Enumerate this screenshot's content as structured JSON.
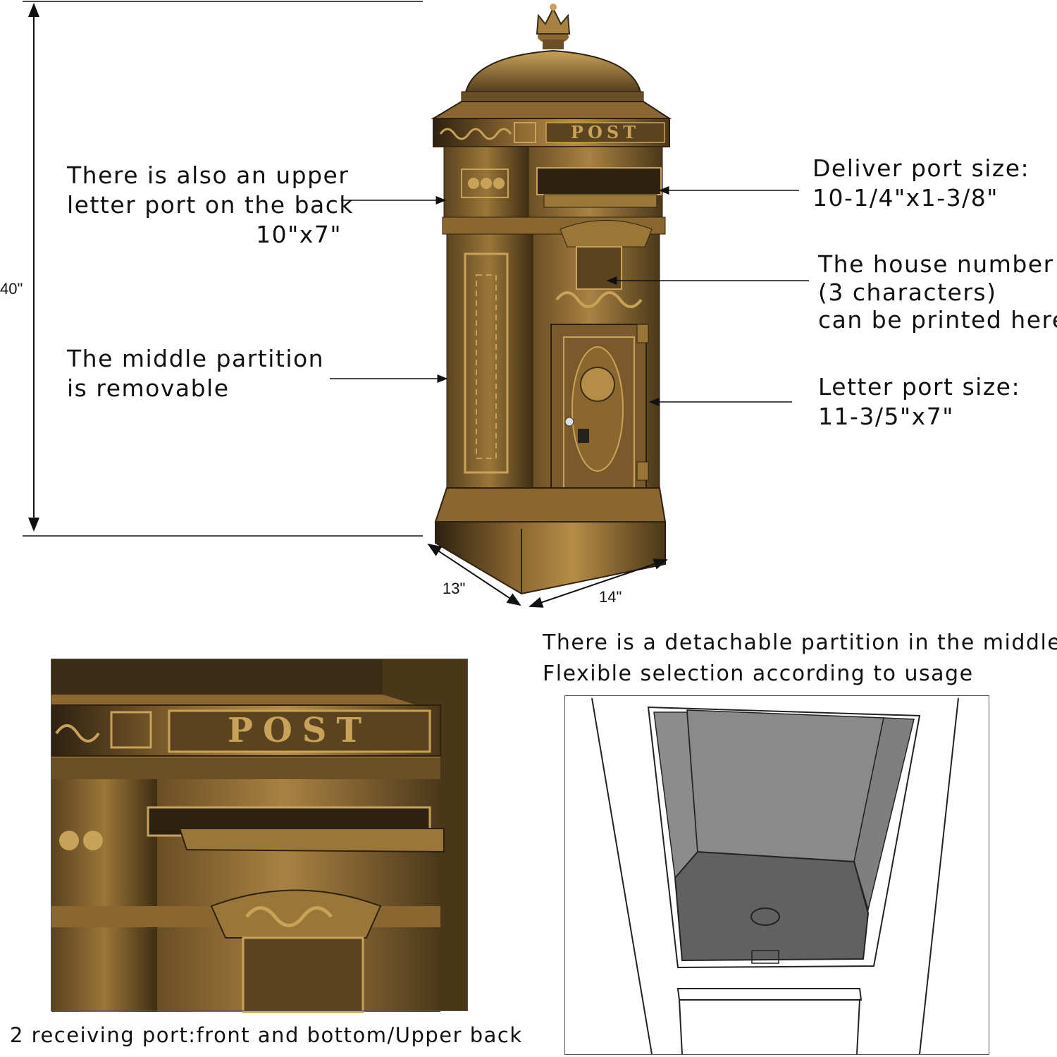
{
  "dimensions": {
    "height": "40\"",
    "depth": "13\"",
    "width": "14\""
  },
  "callouts": {
    "upper_back": [
      "There is also an upper",
      "letter port on the back",
      "10\"x7\""
    ],
    "middle_partition": [
      "The middle partition",
      "is removable"
    ],
    "deliver_port": [
      "Deliver port size:",
      "10-1/4\"x1-3/8\""
    ],
    "house_number": [
      "The house number",
      "(3 characters)",
      "can be printed here"
    ],
    "letter_port": [
      "Letter port size:",
      "11-3/5\"x7\""
    ]
  },
  "captions": {
    "partition": [
      "There is a detachable partition in the middle",
      "Flexible selection according to usage"
    ],
    "receiving": "2 receiving port:front and bottom/Upper back"
  },
  "emblem": "POST",
  "colors": {
    "bronze_dark": "#3b2c16",
    "bronze_mid": "#7a5a2a",
    "bronze_light": "#c9a25a",
    "partition_grey": "#8a8a8a"
  }
}
